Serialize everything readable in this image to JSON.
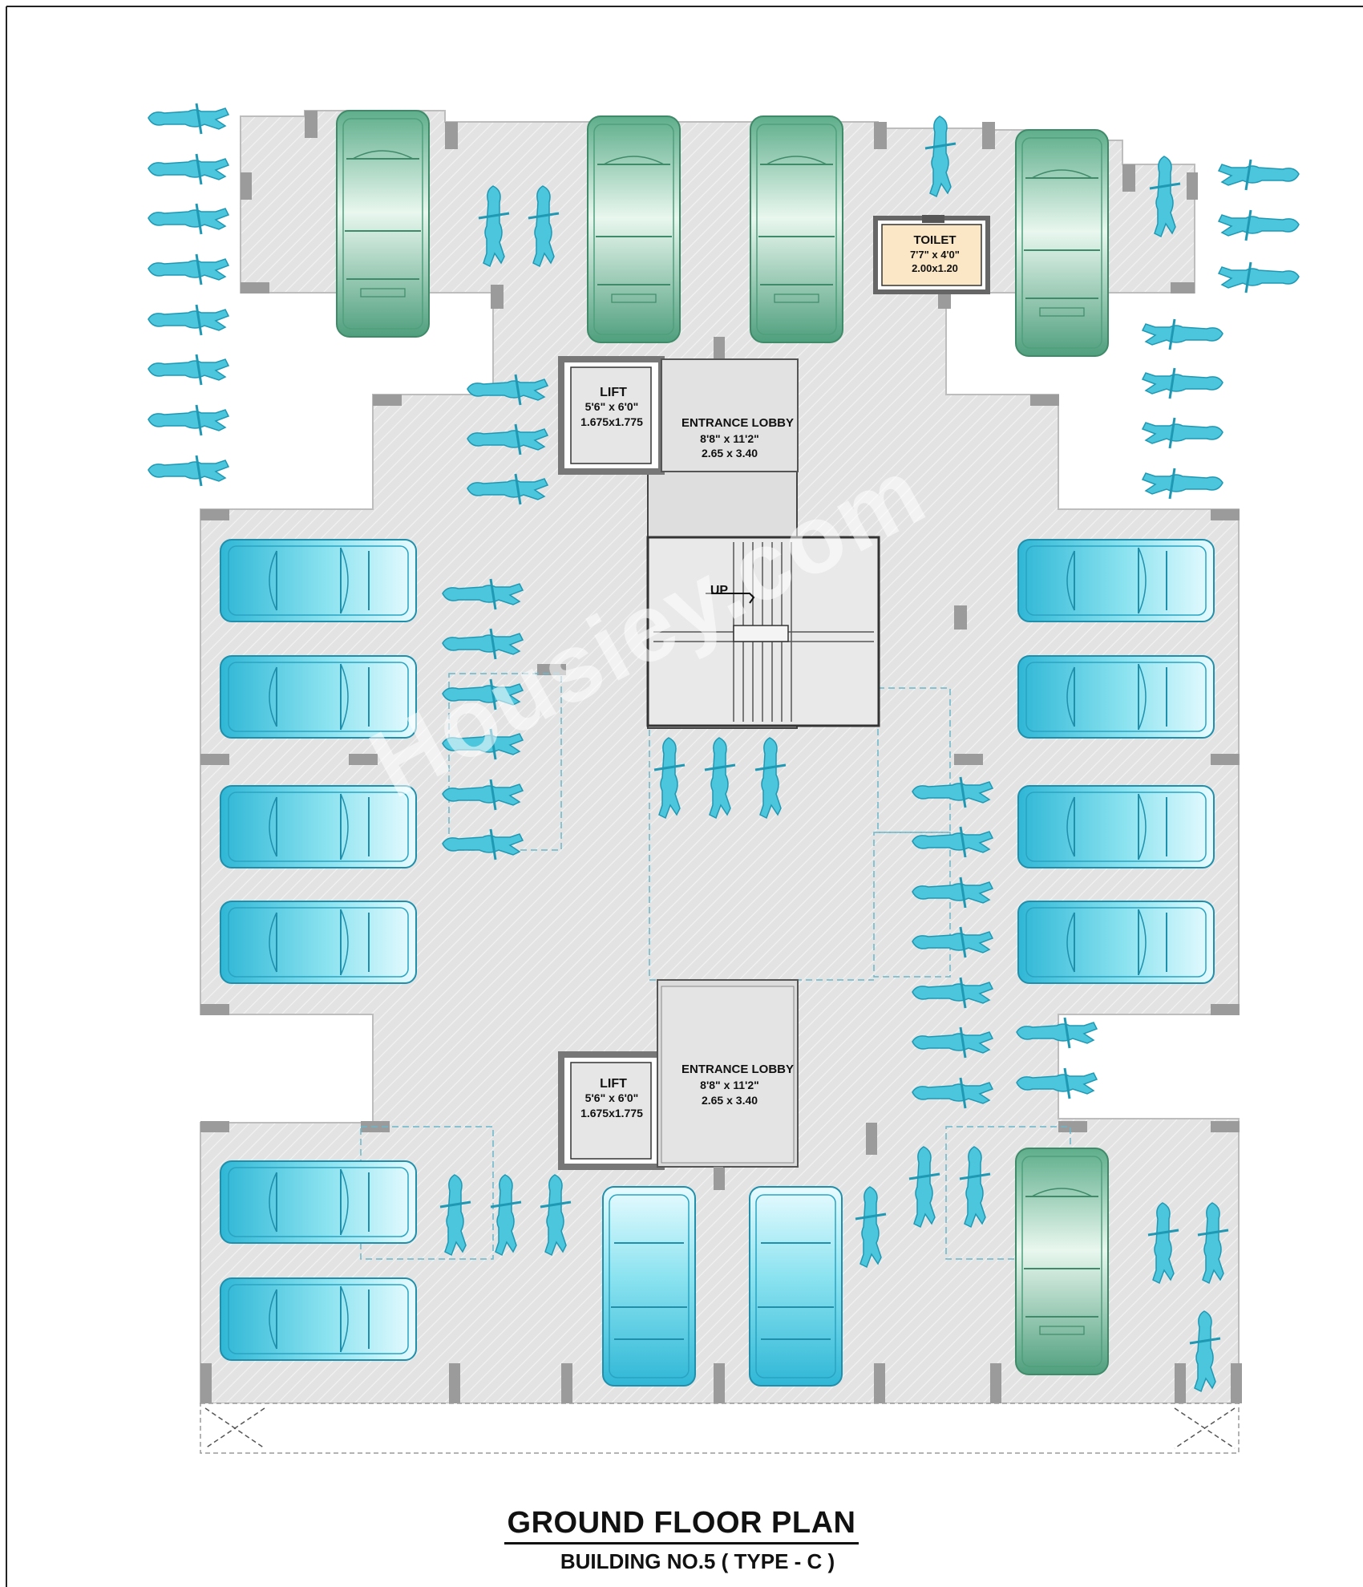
{
  "plan": {
    "title": "GROUND FLOOR PLAN",
    "subtitle": "BUILDING NO.5  ( TYPE - C )",
    "watermark": "Housiey.com"
  },
  "rooms": {
    "toilet": {
      "name": "TOILET",
      "size_ft": "7'7\" x 4'0\"",
      "size_m": "2.00x1.20"
    },
    "lift_top": {
      "name": "LIFT",
      "size_ft": "5'6\" x 6'0\"",
      "size_m": "1.675x1.775"
    },
    "lobby_top": {
      "name": "ENTRANCE LOBBY",
      "size_ft": "8'8\" x 11'2\"",
      "size_m": "2.65 x 3.40"
    },
    "lift_bottom": {
      "name": "LIFT",
      "size_ft": "5'6\" x 6'0\"",
      "size_m": "1.675x1.775"
    },
    "lobby_bottom": {
      "name": "ENTRANCE LOBBY",
      "size_ft": "8'8\" x 11'2\"",
      "size_m": "2.65 x 3.40"
    },
    "stair_label": "UP"
  },
  "colors": {
    "floor": "#e2e2e2",
    "wall": "#9a9a9a",
    "car_teal": "#39c3dd",
    "car_green": "#5fb38f",
    "bike": "#4cc6dc",
    "toilet_fill": "#fbe6c5"
  }
}
